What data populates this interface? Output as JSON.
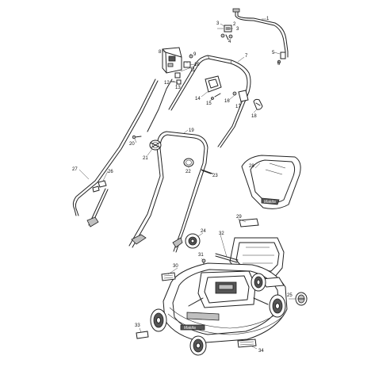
{
  "labels": [
    "1",
    "2",
    "3",
    "3",
    "4",
    "5",
    "6",
    "7",
    "8",
    "9",
    "10",
    "11",
    "12",
    "13",
    "14",
    "15",
    "16",
    "17",
    "18",
    "19",
    "20",
    "21",
    "22",
    "23",
    "24",
    "25",
    "26",
    "27",
    "28",
    "29",
    "30",
    "31",
    "32",
    "33",
    "34"
  ],
  "brand_marks": [
    "Makita",
    "Makita"
  ]
}
